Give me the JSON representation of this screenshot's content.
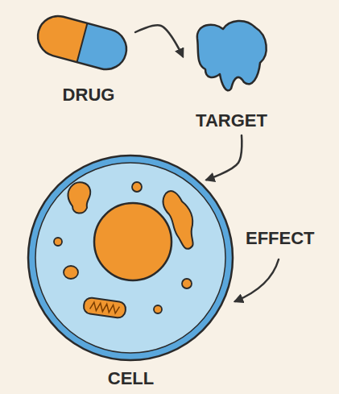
{
  "diagram": {
    "nodes": [
      {
        "text": [
          "DRUG"
        ]
      },
      {
        "text": [
          "TARGET"
        ]
      },
      {
        "text": [
          "CELL"
        ]
      }
    ],
    "edges": [
      {
        "from": 0,
        "to": 1,
        "arrow": "to"
      },
      {
        "from": 1,
        "to": 2,
        "arrow": "to"
      }
    ],
    "labels": [
      "EFFECT"
    ]
  }
}
